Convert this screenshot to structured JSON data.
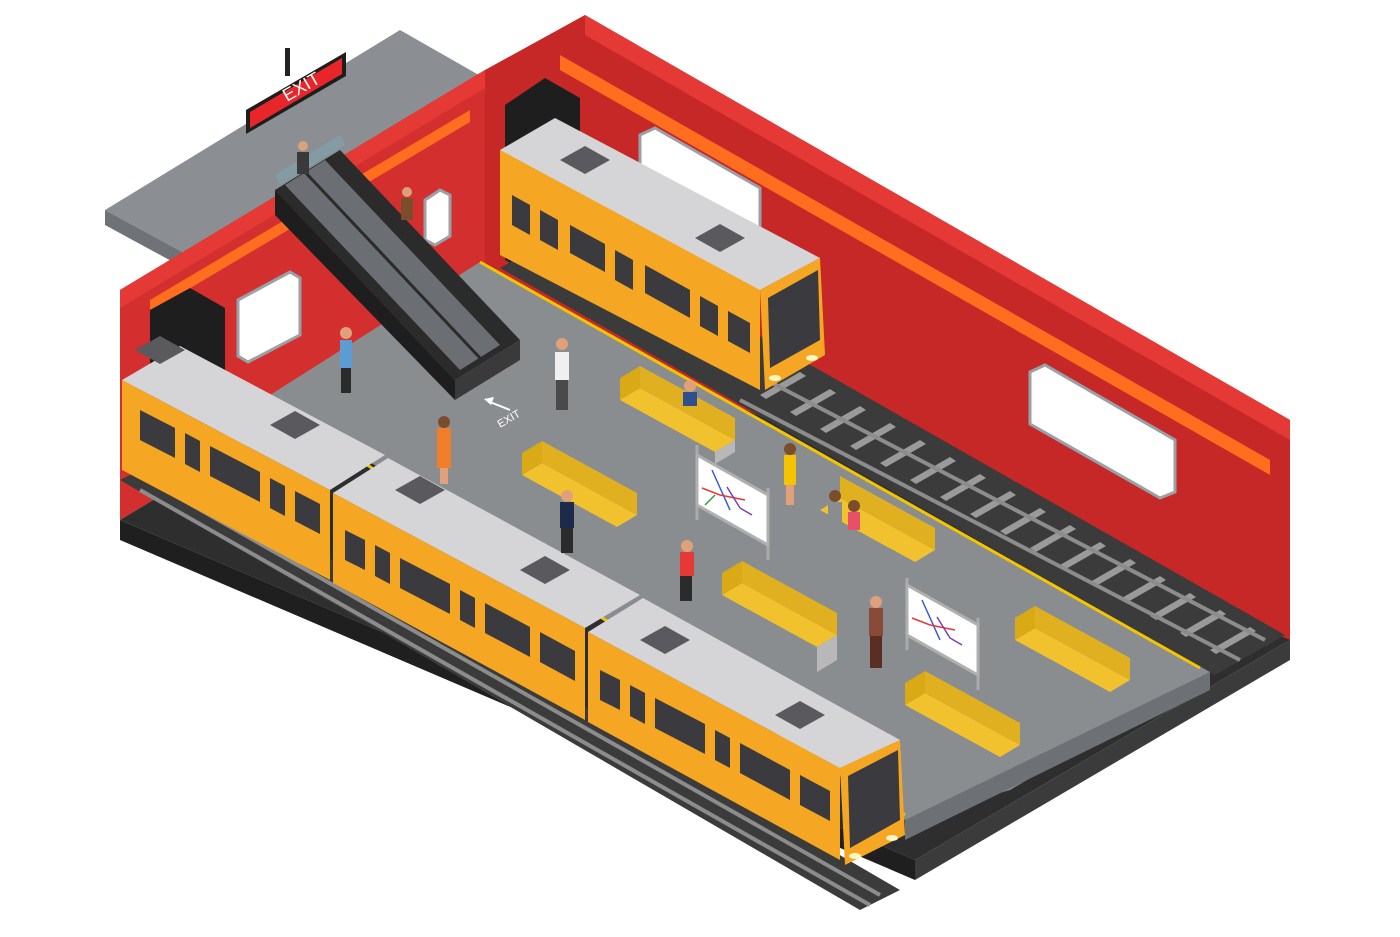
{
  "scene": {
    "title": "Isometric underground metro station",
    "background": "#ffffff"
  },
  "signs": {
    "exit_sign_label": "EXIT",
    "floor_marking_label": "EXIT"
  },
  "colors": {
    "wall_red": "#c62828",
    "wall_red_light": "#e53935",
    "wall_stripe_orange": "#ff6d1f",
    "platform_gray": "#8a8d90",
    "platform_edge_yellow": "#f3c400",
    "train_body_orange": "#f5a623",
    "train_roof_gray": "#d5d5d8",
    "train_window_dark": "#3a3a3f",
    "track_dark": "#3b3b3b",
    "sleeper_gray": "#9a9a9a",
    "bench_yellow": "#f2c12e",
    "exit_sign_red": "#e8262a"
  },
  "elements": {
    "trains": [
      {
        "name": "train-upper-track",
        "cars": 1
      },
      {
        "name": "train-lower-track",
        "cars": 3
      }
    ],
    "escalator": {
      "lanes": 2,
      "passengers": 2
    },
    "benches": 6,
    "map_boards": 2,
    "passengers_on_platform": 11,
    "wall_lightboxes": 4
  }
}
